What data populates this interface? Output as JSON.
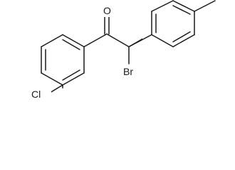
{
  "structure": {
    "atoms": {
      "oxygen": "O",
      "bromine": "Br",
      "chlorine": "Cl"
    }
  }
}
